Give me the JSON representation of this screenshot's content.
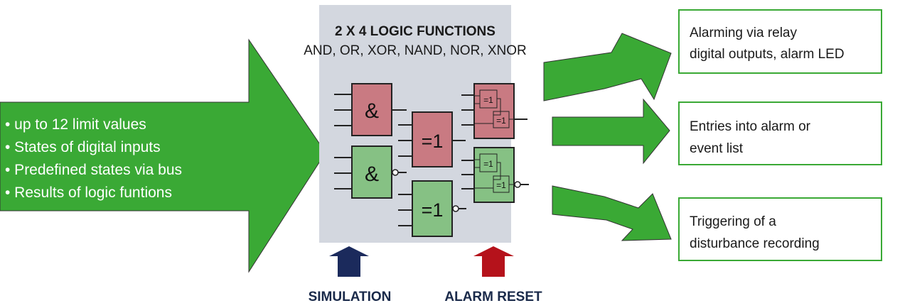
{
  "colors": {
    "green_arrow": "#3aa935",
    "green_arrow_stroke": "#2b2b2b",
    "panel_bg": "#d3d7df",
    "gate_red": "#c97a82",
    "gate_green": "#86c184",
    "navy_arrow": "#1b2a5c",
    "red_arrow": "#b5121b",
    "box_border": "#3aa935"
  },
  "inputs": {
    "items": [
      "• up to 12 limit values",
      "• States of digital inputs",
      "• Predefined states via bus",
      "• Results of logic funtions"
    ]
  },
  "logic_panel": {
    "title": "2 X 4 LOGIC FUNCTIONS",
    "subtitle": "AND, OR, XOR, NAND, NOR, XNOR",
    "gates": {
      "and_symbol": "&",
      "xor_symbol": "=1",
      "mini_xor_symbol": "=1"
    }
  },
  "controls": {
    "simulation_label": "SIMULATION",
    "alarm_reset_label": "ALARM RESET"
  },
  "outputs": {
    "box1_line1": "Alarming via relay",
    "box1_line2": "digital outputs, alarm LED",
    "box2_line1": "Entries into alarm or",
    "box2_line2": "event list",
    "box3_line1": "Triggering of a",
    "box3_line2": "disturbance recording"
  }
}
